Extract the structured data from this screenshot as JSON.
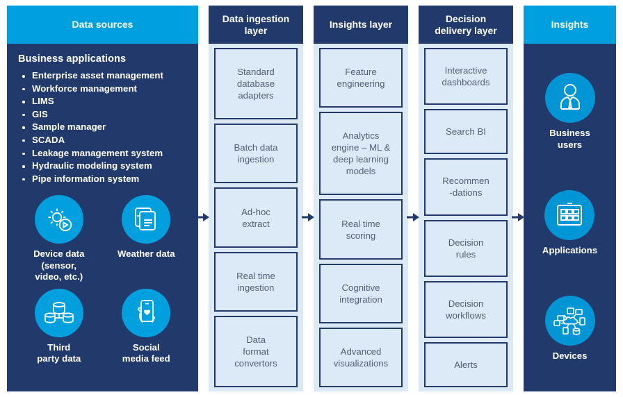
{
  "colors": {
    "cyan": "#00A0DF",
    "navy": "#213A6B",
    "light_blue": "#DCEAF7",
    "box_text": "#545F70",
    "white": "#FFFFFF"
  },
  "columns": {
    "data_sources": {
      "header": "Data sources",
      "header_style": "cyan",
      "subheader": "Business applications",
      "bullets": [
        "Enterprise asset management",
        "Workforce management",
        "LIMS",
        "GIS",
        "Sample manager",
        "SCADA",
        "Leakage management system",
        "Hydraulic modeling system",
        "Pipe information system"
      ],
      "icons": [
        {
          "icon": "gear-play-icon",
          "label": "Device data\n(sensor,\nvideo, etc.)"
        },
        {
          "icon": "documents-icon",
          "label": "Weather data"
        },
        {
          "icon": "database-stack-icon",
          "label": "Third\nparty data"
        },
        {
          "icon": "mobile-hand-icon",
          "label": "Social\nmedia feed"
        }
      ]
    },
    "data_ingestion": {
      "header": "Data ingestion\nlayer",
      "header_style": "navy",
      "boxes": [
        "Standard\ndatabase\nadapters",
        "Batch data\ningestion",
        "Ad-hoc\nextract",
        "Real time\ningestion",
        "Data\nformat\nconvertors"
      ]
    },
    "insights_layer": {
      "header": "Insights layer",
      "header_style": "navy",
      "boxes": [
        "Feature\nengineering",
        "Analytics\nengine – ML &\ndeep learning\nmodels",
        "Real time\nscoring",
        "Cognitive\nintegration",
        "Advanced\nvisualizations"
      ]
    },
    "decision_delivery": {
      "header": "Decision\ndelivery layer",
      "header_style": "navy",
      "boxes": [
        "Interactive\ndashboards",
        "Search BI",
        "Recommen\n-dations",
        "Decision\nrules",
        "Decision\nworkflows",
        "Alerts"
      ]
    },
    "insights": {
      "header": "Insights",
      "header_style": "cyan",
      "icons": [
        {
          "icon": "business-user-icon",
          "label": "Business\nusers"
        },
        {
          "icon": "applications-grid-icon",
          "label": "Applications"
        },
        {
          "icon": "devices-network-icon",
          "label": "Devices"
        }
      ]
    }
  },
  "arrows": [
    {
      "name": "arrow-sources-to-ingestion"
    },
    {
      "name": "arrow-ingestion-to-insights-layer"
    },
    {
      "name": "arrow-insights-layer-to-decision"
    },
    {
      "name": "arrow-decision-to-insights"
    }
  ]
}
